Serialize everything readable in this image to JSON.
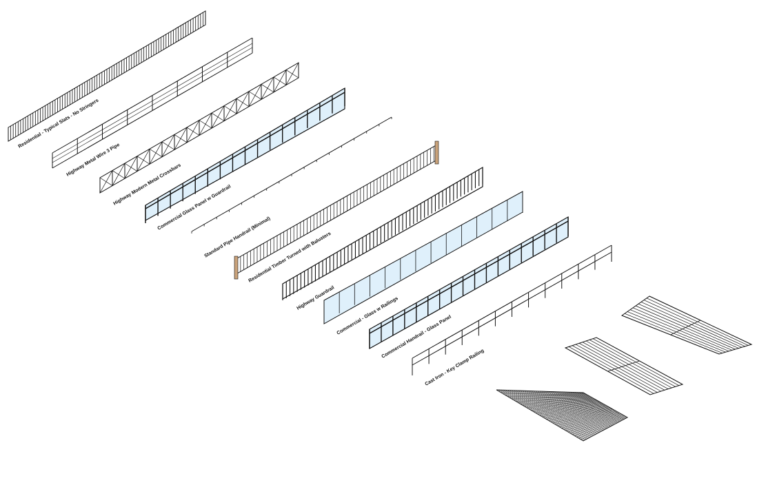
{
  "railings": [
    {
      "key": "r1",
      "label": "Residential - Typical Slats - No Stringers"
    },
    {
      "key": "r2",
      "label": "Highway Metal Wire 3 Pipe"
    },
    {
      "key": "r3",
      "label": "Highway Modern Metal Crossbars"
    },
    {
      "key": "r4",
      "label": "Commercial Glass Panel w Guardrail"
    },
    {
      "key": "r5",
      "label": "Standard Pipe Handrail (Minimal)"
    },
    {
      "key": "r6",
      "label": "Residential Timber Turned with Balusters"
    },
    {
      "key": "r7",
      "label": "Highway Guardrail"
    },
    {
      "key": "r8",
      "label": "Commercial - Glass w Railings"
    },
    {
      "key": "r9",
      "label": "Commercial Handrail - Glass Panel"
    },
    {
      "key": "r10",
      "label": "Cast Iron - Key Clamp Railing"
    }
  ],
  "colors": {
    "line": "#111111",
    "glass": "#dff0fb",
    "wood": "#c9a27a",
    "mesh": "#222222"
  }
}
